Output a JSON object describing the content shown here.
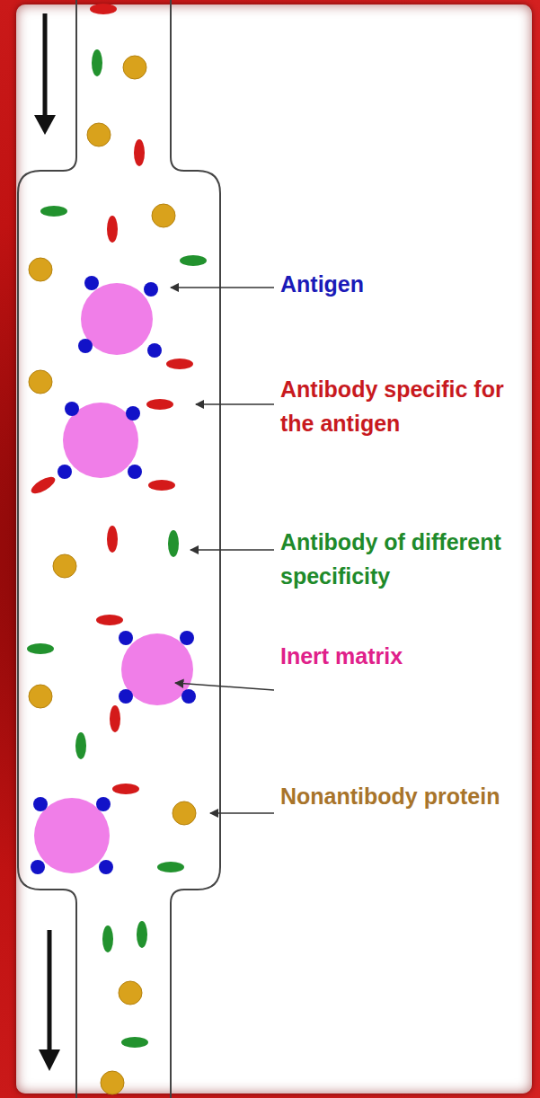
{
  "diagram": {
    "labels": [
      "Antigen",
      "Antibody specific for the antigen",
      "Antibody of different specificity",
      "Inert matrix",
      "Nonantibody protein"
    ]
  }
}
